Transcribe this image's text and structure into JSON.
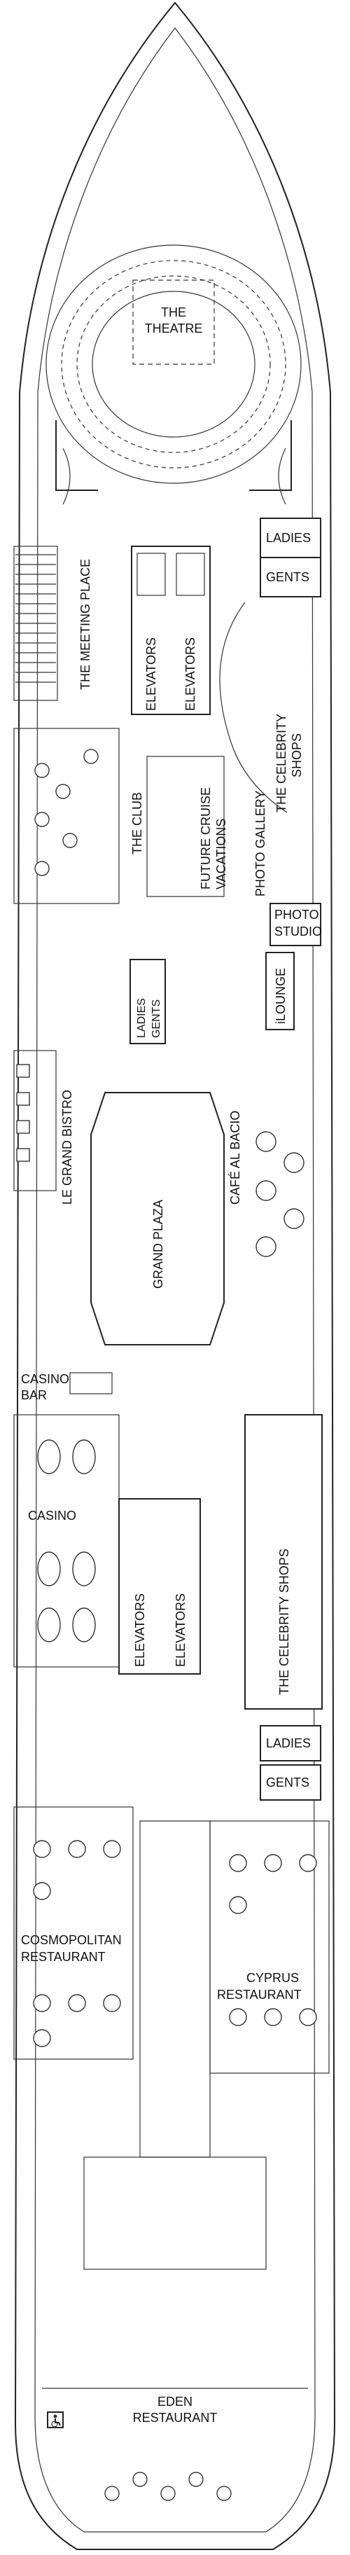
{
  "labels": {
    "theatre": [
      "THE",
      "THEATRE"
    ],
    "ladies_top": "LADIES",
    "gents_top": "GENTS",
    "meeting_place": "THE MEETING PLACE",
    "elevators_a": "ELEVATORS",
    "elevators_b": "ELEVATORS",
    "celebrity_shops_top": [
      "THE CELEBRITY",
      "SHOPS"
    ],
    "the_club": "THE CLUB",
    "future_cruise": [
      "FUTURE CRUISE",
      "VACATIONS"
    ],
    "photo_gallery": "PHOTO GALLERY",
    "photo_studio": [
      "PHOTO",
      "STUDIO"
    ],
    "ilounge": "iLOUNGE",
    "ladies_gents_mid": [
      "LADIES",
      "GENTS"
    ],
    "grand_bistro": "LE GRAND BISTRO",
    "grand_plaza": "GRAND PLAZA",
    "cafe_al_bacio": "CAFÉ AL BACIO",
    "casino_bar": [
      "CASINO",
      "BAR"
    ],
    "casino": "CASINO",
    "elevators_c": "ELEVATORS",
    "elevators_d": "ELEVATORS",
    "celebrity_shops_bottom": "THE CELEBRITY SHOPS",
    "ladies_bottom": "LADIES",
    "gents_bottom": "GENTS",
    "cosmopolitan": [
      "COSMOPOLITAN",
      "RESTAURANT"
    ],
    "cyprus": [
      "CYPRUS",
      "RESTAURANT"
    ],
    "eden": [
      "EDEN",
      "RESTAURANT"
    ]
  },
  "icons": {
    "accessible": "wheelchair-icon"
  }
}
